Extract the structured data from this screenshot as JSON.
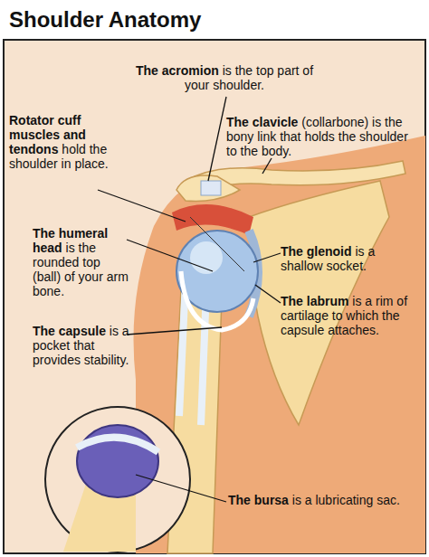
{
  "diagram": {
    "title": "Shoulder Anatomy",
    "labels": [
      "The acromion",
      "is the top part of your shoulder.",
      "Rotator cuff muscles and tendons",
      "hold the shoulder in place.",
      "The clavicle",
      "(collarbone) is the bony link that holds the shoulder to the body.",
      "The humeral head",
      "is the rounded top (ball) of your arm bone.",
      "The glenoid",
      "is a shallow socket.",
      "The capsule",
      "is a pocket that provides stability.",
      "The labrum",
      "is a rim of cartilage to which the capsule attaches.",
      "The bursa",
      "is a lubricating sac."
    ]
  }
}
